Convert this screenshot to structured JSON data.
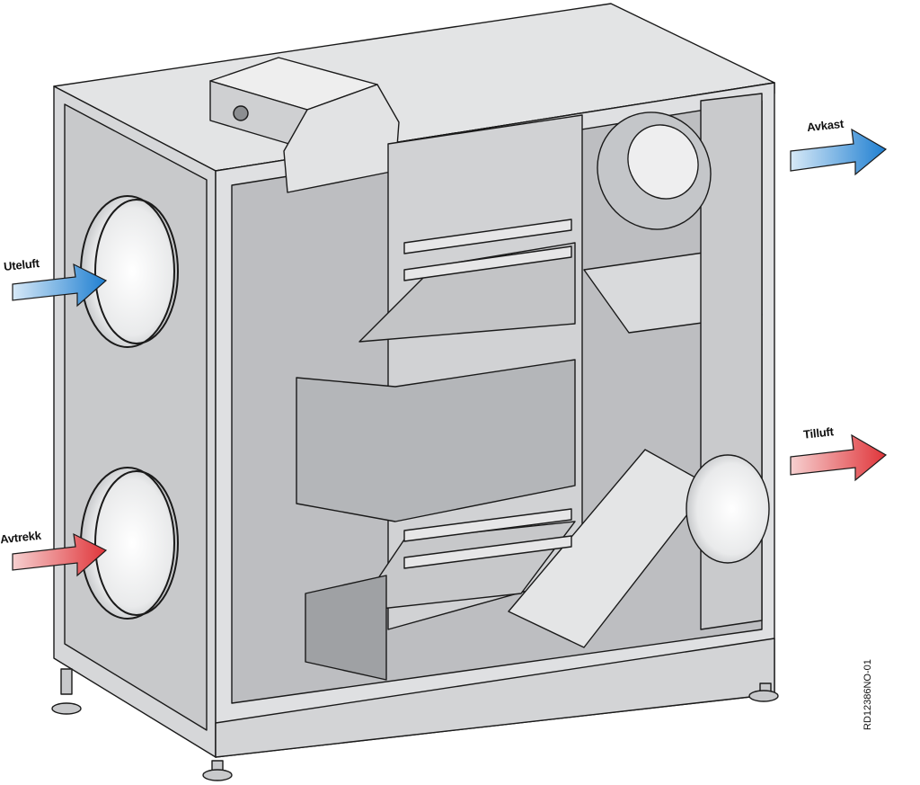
{
  "labels": {
    "uteluft": "Uteluft",
    "avtrekk": "Avtrekk",
    "avkast": "Avkast",
    "tilluft": "Tilluft"
  },
  "drawing_code": "RD12386NO-01",
  "colors": {
    "cold_arrow": "#2f86d6",
    "warm_arrow": "#e2474b",
    "casing": "#d9dadc",
    "casing_dark": "#a9abae",
    "outline": "#1a1a1a"
  }
}
